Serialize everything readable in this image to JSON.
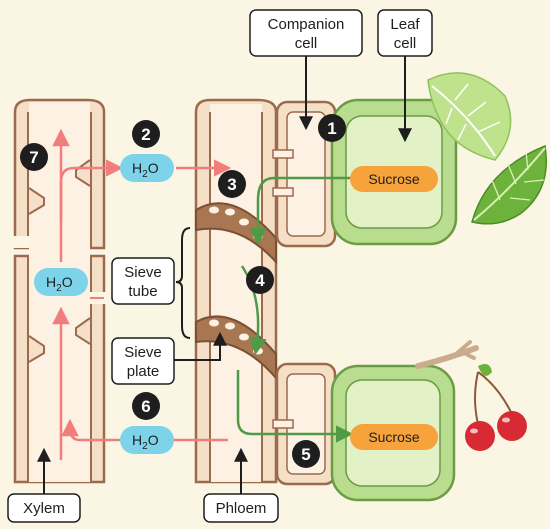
{
  "labels": {
    "companion_cell": [
      "Companion",
      "cell"
    ],
    "leaf_cell": [
      "Leaf",
      "cell"
    ],
    "sieve_tube": [
      "Sieve",
      "tube"
    ],
    "sieve_plate": [
      "Sieve",
      "plate"
    ],
    "xylem": "Xylem",
    "phloem": "Phloem"
  },
  "molecules": {
    "sucrose_top": "Sucrose",
    "sucrose_bottom": "Sucrose",
    "water_h": "H",
    "water_sub": "2",
    "water_o": "O"
  },
  "steps": [
    "1",
    "2",
    "3",
    "4",
    "5",
    "6",
    "7"
  ],
  "colors": {
    "background": "#fbf6e3",
    "tube_fill": "#f6dfc7",
    "tube_outline": "#9b6b4e",
    "cell_outer": "#b9dd8f",
    "cell_inner": "#e2f1c6",
    "sucrose_pill": "#f6a33b",
    "water_pill": "#7dd3ea",
    "water_arrow": "#f17d7d",
    "sucrose_path": "#4f9a47",
    "step_badge": "#1e1e1e",
    "cherry": "#d82a35",
    "leaf": "#7cc142"
  },
  "icons": [
    "leaf-icon",
    "cherry-icon",
    "arrow-icon"
  ]
}
